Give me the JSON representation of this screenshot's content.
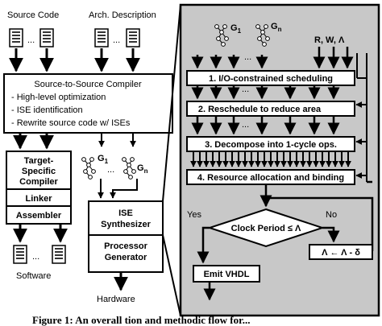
{
  "inputs": {
    "source_code": "Source Code",
    "arch_description": "Arch. Description",
    "ellipsis": "..."
  },
  "compiler": {
    "title": "Source-to-Source Compiler",
    "items": [
      "- High-level optimization",
      "- ISE identification",
      "- Rewrite source code w/ ISEs"
    ]
  },
  "toolchain": {
    "target_compiler_line1": "Target-",
    "target_compiler_line2": "Specific",
    "target_compiler_line3": "Compiler",
    "linker": "Linker",
    "assembler": "Assembler"
  },
  "graphs": {
    "g1": "G",
    "g1_sub": "1",
    "gn": "G",
    "gn_sub": "n"
  },
  "ise": {
    "synth_line1": "ISE",
    "synth_line2": "Synthesizer",
    "procgen_line1": "Processor",
    "procgen_line2": "Generator"
  },
  "outputs": {
    "software": "Software",
    "hardware": "Hardware"
  },
  "detail": {
    "constraints": "R,  W,  Λ",
    "steps": [
      "1. I/O-constrained scheduling",
      "2. Reschedule to reduce area",
      "3. Decompose into 1-cycle ops.",
      "4. Resource allocation and binding"
    ],
    "decision": "Clock Period ≤ Λ",
    "yes": "Yes",
    "no": "No",
    "update": "Λ ← Λ - δ",
    "emit": "Emit VHDL"
  },
  "caption": "Figure 1: An overall tion and methodic flow for..."
}
